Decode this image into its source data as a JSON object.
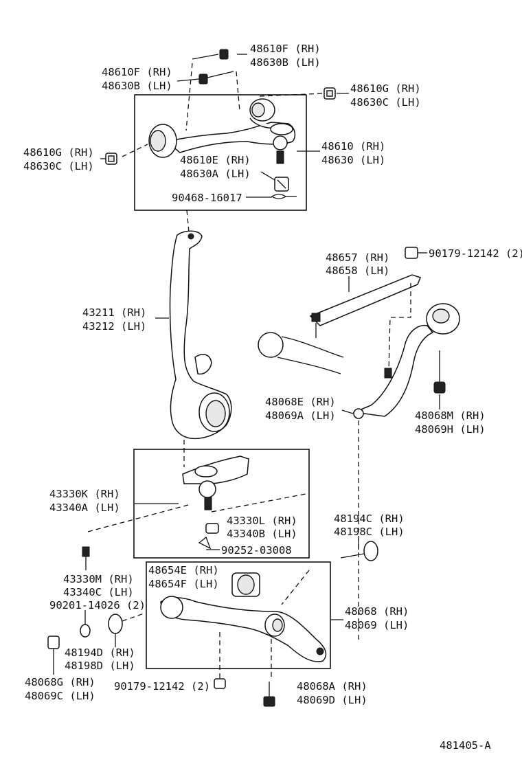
{
  "diagram_id": "481405-A",
  "labels": {
    "upper_bolt_top": [
      "48610F (RH)",
      "48630B (LH)"
    ],
    "upper_bolt_left": [
      "48610F (RH)",
      "48630B (LH)"
    ],
    "upper_nut_right": [
      "48610G (RH)",
      "48630C (LH)"
    ],
    "upper_nut_left": [
      "48610G (RH)",
      "48630C (LH)"
    ],
    "upper_arm": [
      "48610 (RH)",
      "48630 (LH)"
    ],
    "upper_arm_nut": [
      "48610E (RH)",
      "48630A (LH)"
    ],
    "upper_cotter_pin": "90468-16017",
    "strut_bar_nut": "90179-12142 (2)",
    "strut_bar": [
      "48657 (RH)",
      "48658 (LH)"
    ],
    "knuckle": [
      "43211 (RH)",
      "43212 (LH)"
    ],
    "strut_arm": [
      "48068E (RH)",
      "48069A (LH)"
    ],
    "strut_arm_bolt": [
      "48068M (RH)",
      "48069H (LH)"
    ],
    "ball_joint": [
      "43330K (RH)",
      "43340A (LH)"
    ],
    "ball_joint_nut": [
      "43330L (RH)",
      "43340B (LH)"
    ],
    "ball_joint_cotter": "90252-03008",
    "lower_cam_bolt": [
      "48194C (RH)",
      "48198C (LH)"
    ],
    "ball_joint_bolt": [
      "43330M (RH)",
      "43340C (LH)"
    ],
    "washer": "90201-14026 (2)",
    "lower_bushing": [
      "48654E (RH)",
      "48654F (LH)"
    ],
    "lower_arm": [
      "48068 (RH)",
      "48069 (LH)"
    ],
    "cam_plate": [
      "48194D (RH)",
      "48198D (LH)"
    ],
    "lower_nut_left": [
      "48068G (RH)",
      "48069C (LH)"
    ],
    "lower_nut_bottom": "90179-12142 (2)",
    "lower_bolt_bottom": [
      "48068A (RH)",
      "48069D (LH)"
    ]
  }
}
